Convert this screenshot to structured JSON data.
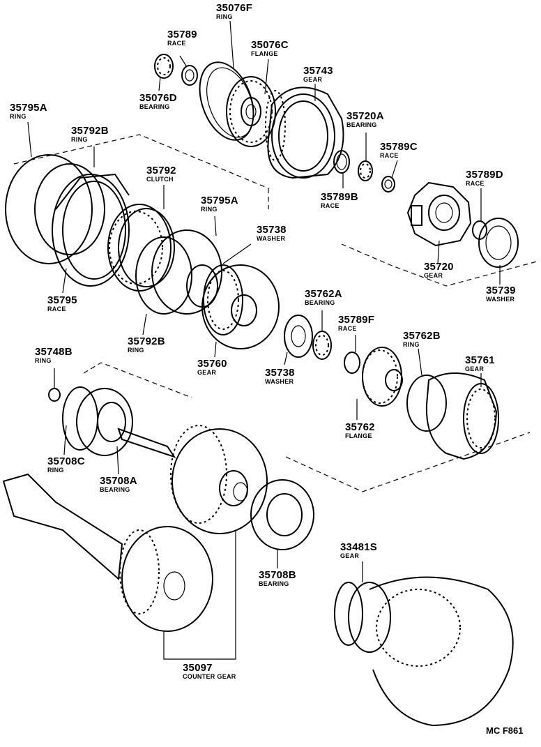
{
  "labels": [
    {
      "id": "p35076F",
      "part": "35076F",
      "name": "RING"
    },
    {
      "id": "p35789a",
      "part": "35789",
      "name": "RACE"
    },
    {
      "id": "p35076C",
      "part": "35076C",
      "name": "FLANGE"
    },
    {
      "id": "p35743",
      "part": "35743",
      "name": "GEAR"
    },
    {
      "id": "p35076D",
      "part": "35076D",
      "name": "BEARING"
    },
    {
      "id": "p35795A1",
      "part": "35795A",
      "name": "RING"
    },
    {
      "id": "p35720A",
      "part": "35720A",
      "name": "BEARING"
    },
    {
      "id": "p35792B1",
      "part": "35792B",
      "name": "RING"
    },
    {
      "id": "p35789C",
      "part": "35789C",
      "name": "RACE"
    },
    {
      "id": "p35792",
      "part": "35792",
      "name": "CLUTCH"
    },
    {
      "id": "p35789B",
      "part": "35789B",
      "name": "RACE"
    },
    {
      "id": "p35789D",
      "part": "35789D",
      "name": "RACE"
    },
    {
      "id": "p35795A2",
      "part": "35795A",
      "name": "RING"
    },
    {
      "id": "p35738a",
      "part": "35738",
      "name": "WASHER"
    },
    {
      "id": "p35720",
      "part": "35720",
      "name": "GEAR"
    },
    {
      "id": "p35739",
      "part": "35739",
      "name": "WASHER"
    },
    {
      "id": "p35795",
      "part": "35795",
      "name": "RACE"
    },
    {
      "id": "p35762A",
      "part": "35762A",
      "name": "BEARING"
    },
    {
      "id": "p35789F",
      "part": "35789F",
      "name": "RACE"
    },
    {
      "id": "p35762B",
      "part": "35762B",
      "name": "RING"
    },
    {
      "id": "p35748B",
      "part": "35748B",
      "name": "RING"
    },
    {
      "id": "p35792B2",
      "part": "35792B",
      "name": "RING"
    },
    {
      "id": "p35760",
      "part": "35760",
      "name": "GEAR"
    },
    {
      "id": "p35761",
      "part": "35761",
      "name": "GEAR"
    },
    {
      "id": "p35738b",
      "part": "35738",
      "name": "WASHER"
    },
    {
      "id": "p35762",
      "part": "35762",
      "name": "FLANGE"
    },
    {
      "id": "p35708C",
      "part": "35708C",
      "name": "RING"
    },
    {
      "id": "p35708A",
      "part": "35708A",
      "name": "BEARING"
    },
    {
      "id": "p35708B",
      "part": "35708B",
      "name": "BEARING"
    },
    {
      "id": "p33481S",
      "part": "33481S",
      "name": "GEAR"
    },
    {
      "id": "p35097",
      "part": "35097",
      "name": "COUNTER GEAR"
    }
  ],
  "diagram_code": "MC F861"
}
